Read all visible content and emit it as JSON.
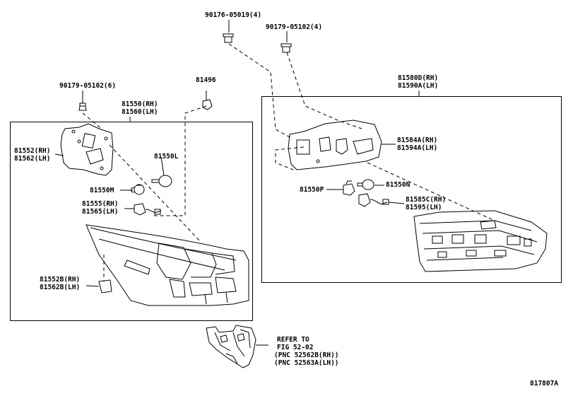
{
  "diagram": {
    "hardware": {
      "screw_top_left": "90176-05019(4)",
      "screw_top_right": "90179-05102(4)",
      "screw_left": "90179-05102(6)",
      "socket_top": "81496"
    },
    "left_assembly": {
      "title_rh": "81550(RH)",
      "title_lh": "81560(LH)",
      "gasket_rh": "81552(RH)",
      "gasket_lh": "81562(LH)",
      "bulb": "81550L",
      "socket": "81550M",
      "harness_rh": "81555(RH)",
      "harness_lh": "81565(LH)",
      "pad_rh": "81552B(RH)",
      "pad_lh": "81562B(LH)"
    },
    "right_assembly": {
      "title_rh": "81580D(RH)",
      "title_lh": "81590A(LH)",
      "gasket_rh": "81584A(RH)",
      "gasket_lh": "81594A(LH)",
      "socket": "81550P",
      "bulb": "81550N",
      "harness_rh": "81585C(RH)",
      "harness_lh": "81595(LH)"
    },
    "reference": {
      "line1": "REFER TO",
      "line2": "FIG 52-02",
      "line3": "(PNC 52562B(RH))",
      "line4": "(PNC 52563A(LH))"
    },
    "figure_code": "817807A"
  }
}
